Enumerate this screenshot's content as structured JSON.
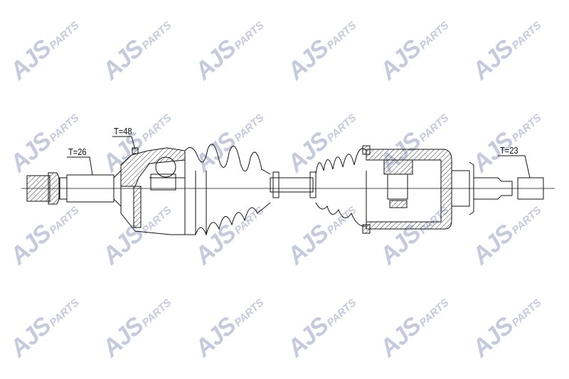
{
  "watermark": {
    "brand": "AJS",
    "suffix": "PARTS",
    "color": "#c5cade"
  },
  "labels": {
    "left_tooth_count": "T=26",
    "abs_ring_tooth_count": "T=48",
    "right_tooth_count": "T=23"
  },
  "colors": {
    "line": "#111111",
    "hatch": "#333333"
  }
}
